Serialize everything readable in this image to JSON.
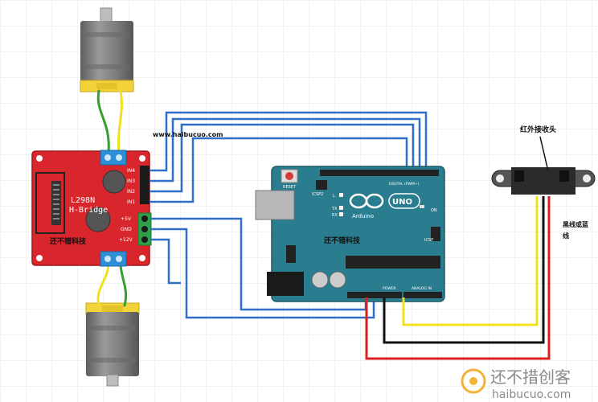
{
  "website": "www.haibucuo.com",
  "driver": {
    "chip": "L298N",
    "name": "H-Bridge",
    "brand": "还不错科技",
    "pins": [
      "IN4",
      "IN3",
      "IN2",
      "IN1"
    ],
    "power_pins": [
      "+5V",
      "GND",
      "+12V"
    ]
  },
  "arduino": {
    "reset": "RESET",
    "icsp2": "ICSP2",
    "digital": "DIGITAL (PWM~)",
    "logo_text": "Arduino",
    "model": "UNO",
    "on": "ON",
    "l": "L",
    "tx": "TX",
    "rx": "RX",
    "icsp": "ICSP",
    "brand": "还不错科技",
    "power": "POWER",
    "analog": "ANALOG IN"
  },
  "sensor": {
    "label": "红外接收头",
    "wire_label_1": "黑线或蓝",
    "wire_label_2": "线"
  },
  "watermark": {
    "cn": "还不措创客",
    "url": "haibucuo.com"
  },
  "colors": {
    "grid": "#e3e3e3",
    "board": "#2a7d8f",
    "driver": "#d9262c",
    "wire_blue": "#2f6fc8",
    "wire_red": "#dd1f1f",
    "wire_yellow": "#f0e020",
    "wire_green": "#33a02c",
    "motor_body": "#7b7b7b",
    "motor_cap": "#f2d33a",
    "terminal": "#2d8fd6"
  }
}
